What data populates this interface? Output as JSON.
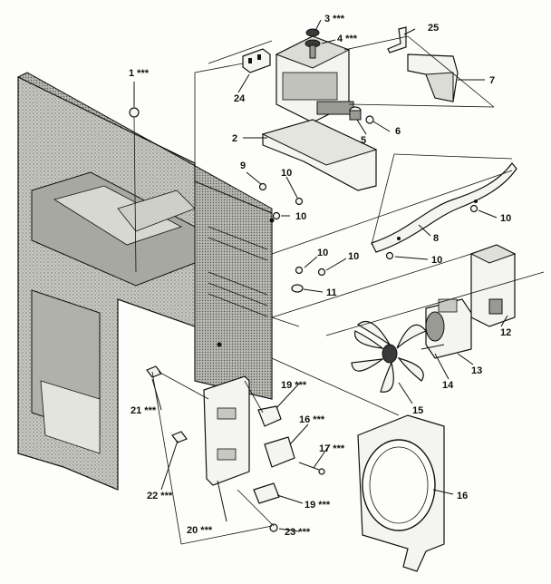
{
  "callouts": {
    "c1": "1 ***",
    "c2": "2",
    "c3": "3 ***",
    "c4": "4 ***",
    "c5": "5",
    "c6": "6",
    "c7": "7",
    "c8": "8",
    "c9": "9",
    "c10a": "10",
    "c10b": "10",
    "c10c": "10",
    "c10d": "10",
    "c10e": "10",
    "c10f": "10",
    "c11": "11",
    "c12": "12",
    "c13": "13",
    "c14": "14",
    "c15": "15",
    "c16": "16",
    "c16b": "16 ***",
    "c17": "17 ***",
    "c19a": "19 ***",
    "c19b": "19 ***",
    "c20": "20 ***",
    "c21": "21 ***",
    "c22": "22 ***",
    "c23": "23 ***",
    "c24": "24",
    "c25": "25"
  }
}
